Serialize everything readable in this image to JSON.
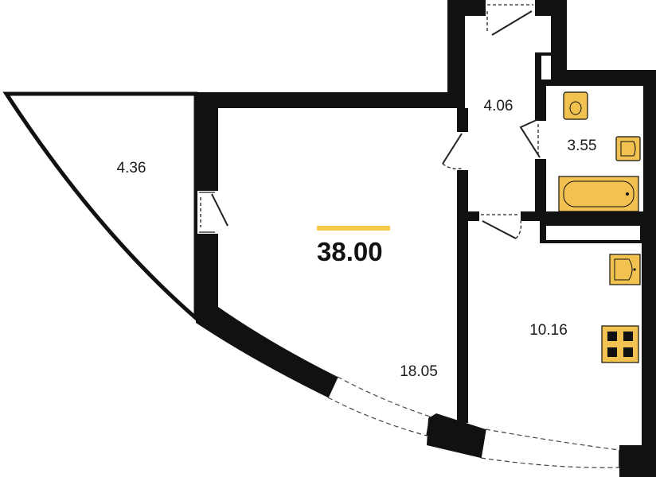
{
  "total_area": "38.00",
  "accent_color": "#f7c948",
  "fixture_color": "#f1c24f",
  "wall_color": "#111111",
  "rooms": [
    {
      "id": "balcony",
      "area": "4.36"
    },
    {
      "id": "living-room",
      "area": "18.05"
    },
    {
      "id": "hallway",
      "area": "4.06"
    },
    {
      "id": "bathroom",
      "area": "3.55"
    },
    {
      "id": "kitchen",
      "area": "10.16"
    }
  ],
  "fixtures": [
    "toilet-icon",
    "bathroom-sink-icon",
    "bathtub-icon",
    "kitchen-sink-icon",
    "stove-icon"
  ]
}
